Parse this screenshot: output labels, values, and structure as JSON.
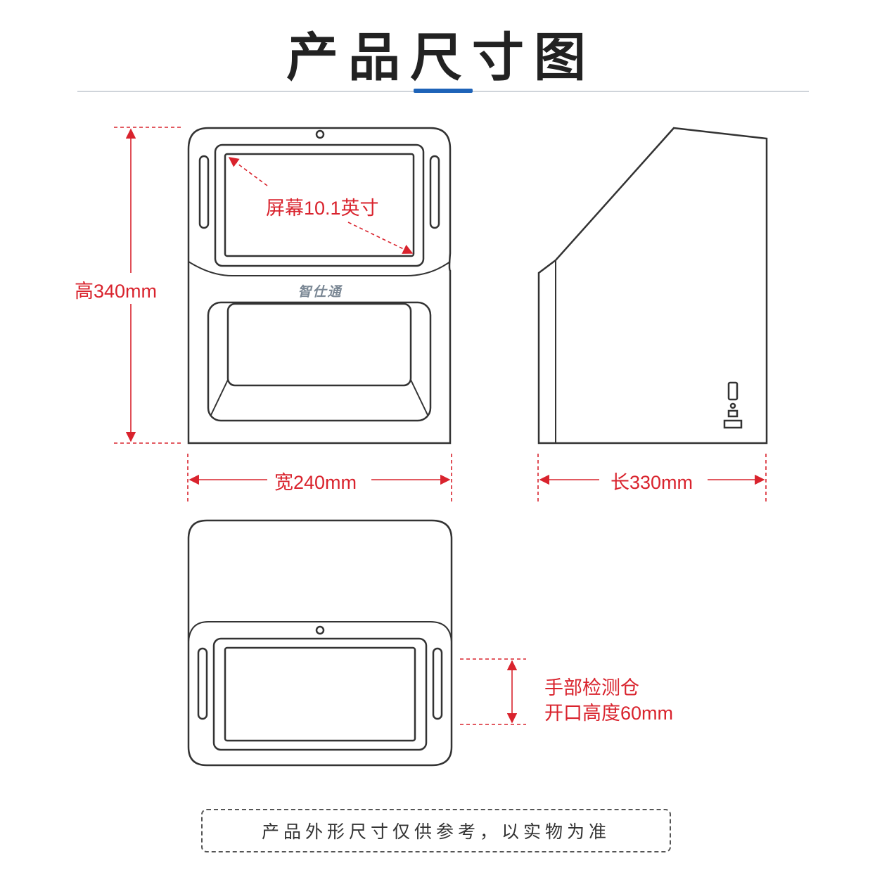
{
  "title": "产品尺寸图",
  "brand": "智仕通",
  "labels": {
    "screen": "屏幕10.1英寸",
    "height": "高340mm",
    "width": "宽240mm",
    "length": "长330mm",
    "opening_line1": "手部检测仓",
    "opening_line2": "开口高度60mm"
  },
  "note": "产品外形尺寸仅供参考，以实物为准",
  "colors": {
    "dimension": "#d9232d",
    "outline": "#333333",
    "accent": "#1e63b8"
  }
}
